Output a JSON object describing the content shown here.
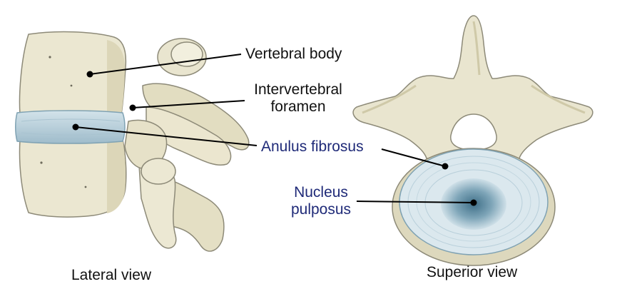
{
  "colors": {
    "bone": "#e9e5cf",
    "bone_shadow": "#cfc9a8",
    "bone_outline": "#8d8a78",
    "disc": "#b9d0da",
    "disc_dark": "#7fa2b3",
    "nucleus": "#4d7f98",
    "label_dark": "#111111",
    "label_blue": "#1f2a78",
    "leader": "#000000"
  },
  "labels": {
    "vertebral_body": "Vertebral body",
    "intervertebral_foramen_line1": "Intervertebral",
    "intervertebral_foramen_line2": "foramen",
    "anulus_fibrosus": "Anulus fibrosus",
    "nucleus_pulposus_line1": "Nucleus",
    "nucleus_pulposus_line2": "pulposus"
  },
  "captions": {
    "lateral": "Lateral view",
    "superior": "Superior view"
  }
}
